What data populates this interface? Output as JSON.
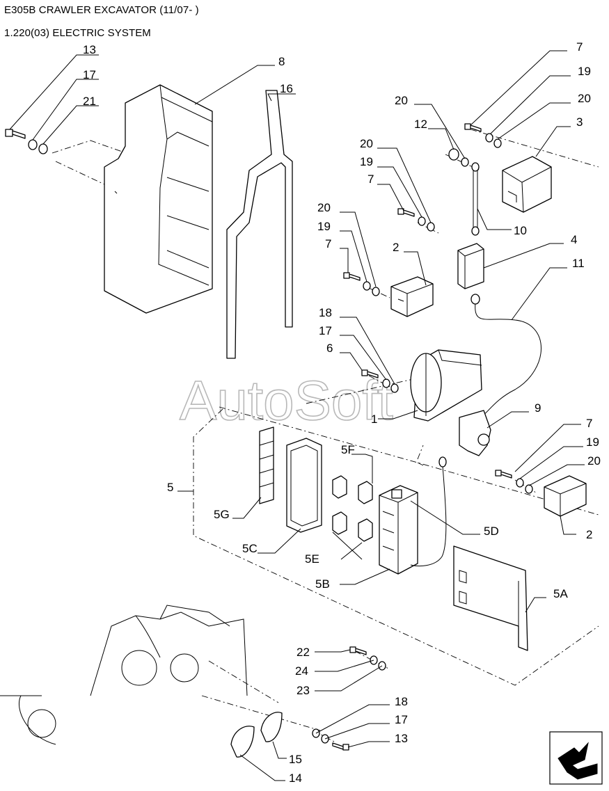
{
  "header": {
    "title": "E305B CRAWLER EXCAVATOR (11/07- )",
    "subtitle": "1.220(03) ELECTRIC SYSTEM"
  },
  "watermark": "AutoSoft",
  "callouts": {
    "c13a": "13",
    "c17a": "17",
    "c21": "21",
    "c8": "8",
    "c16": "16",
    "c7a": "7",
    "c19a": "19",
    "c20a": "20",
    "c3": "3",
    "c20b": "20",
    "c12": "12",
    "c20c": "20",
    "c19b": "19",
    "c7b": "7",
    "c10": "10",
    "c20d": "20",
    "c19c": "19",
    "c7c": "7",
    "c2a": "2",
    "c4": "4",
    "c11": "11",
    "c18a": "18",
    "c17b": "17",
    "c6": "6",
    "c1": "1",
    "c9": "9",
    "c7d": "7",
    "c19d": "19",
    "c20e": "20",
    "c2b": "2",
    "c5": "5",
    "c5F": "5F",
    "c5G": "5G",
    "c5C": "5C",
    "c5D": "5D",
    "c5E": "5E",
    "c5B": "5B",
    "c5A": "5A",
    "c22": "22",
    "c24": "24",
    "c23": "23",
    "c18b": "18",
    "c17c": "17",
    "c13b": "13",
    "c15": "15",
    "c14": "14"
  },
  "nav": {
    "icon": "next-page-arrow-icon"
  }
}
